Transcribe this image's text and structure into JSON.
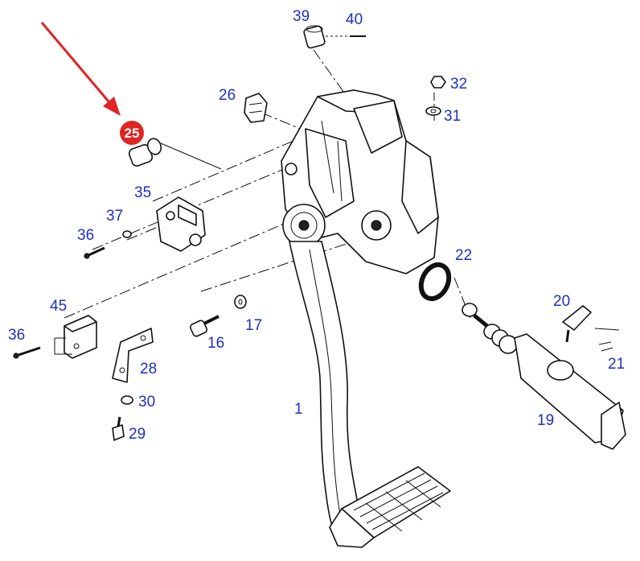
{
  "diagram": {
    "highlighted_part": "25",
    "highlight_color": "#e02424",
    "callout_color": "#1f2fc4",
    "callouts": {
      "c1": "1",
      "c16": "16",
      "c17": "17",
      "c19": "19",
      "c20": "20",
      "c21": "21",
      "c22": "22",
      "c25": "25",
      "c26": "26",
      "c28": "28",
      "c29": "29",
      "c30": "30",
      "c31": "31",
      "c32": "32",
      "c35": "35",
      "c36a": "36",
      "c36b": "36",
      "c37": "37",
      "c39": "39",
      "c40": "40",
      "c45": "45"
    }
  }
}
